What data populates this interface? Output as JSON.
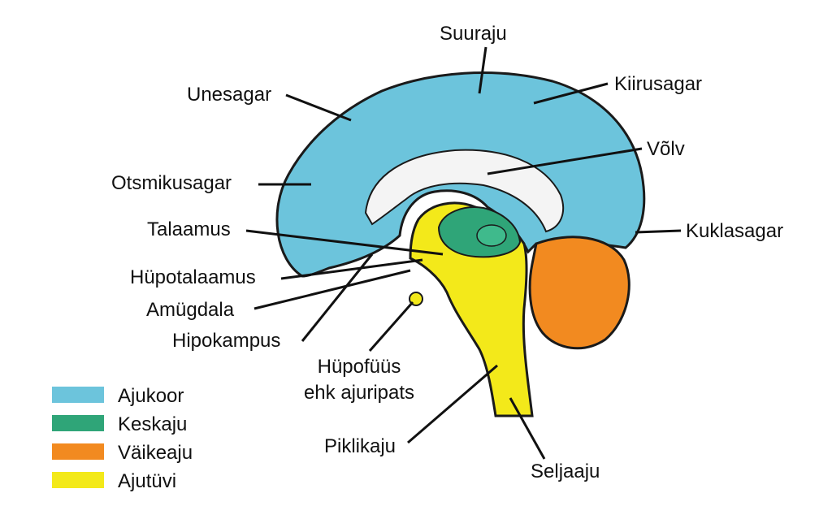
{
  "labels": {
    "suuraju": "Suuraju",
    "unesagar": "Unesagar",
    "kiirusagar": "Kiirusagar",
    "volv": "Võlv",
    "otsmikusagar": "Otsmikusagar",
    "talaamus": "Talaamus",
    "kuklasagar": "Kuklasagar",
    "hupotalaamus": "Hüpotalaamus",
    "amugdala": "Amügdala",
    "hipokampus": "Hipokampus",
    "hupofuus_line1": "Hüpofüüs",
    "hupofuus_line2": "ehk ajuripats",
    "piklikaju": "Piklikaju",
    "seljaaju": "Seljaaju"
  },
  "legend": [
    {
      "label": "Ajukoor",
      "color": "#6cc4dc"
    },
    {
      "label": "Keskaju",
      "color": "#2fa578"
    },
    {
      "label": "Väikeaju",
      "color": "#f28a20"
    },
    {
      "label": "Ajutüvi",
      "color": "#f3e91a"
    }
  ],
  "colors": {
    "cortex": "#6cc4dc",
    "midbrain": "#2fa578",
    "cerebellum": "#f28a20",
    "brainstem": "#f3e91a",
    "outline": "#1a1a1a"
  }
}
